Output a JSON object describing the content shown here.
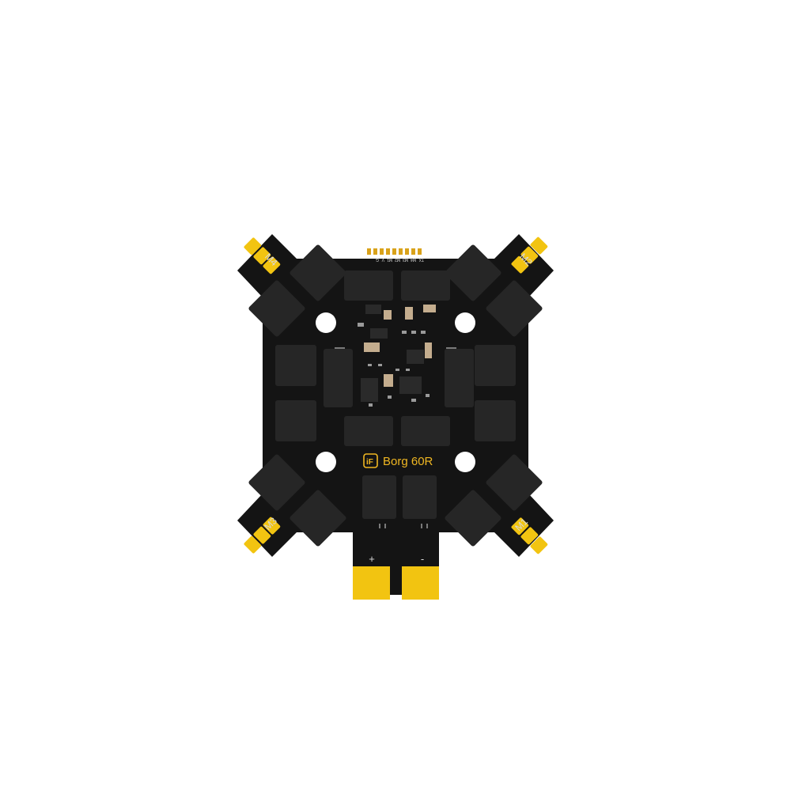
{
  "product": {
    "name": "Borg 60R",
    "logo_mark": "iF"
  },
  "motor_labels": {
    "m1": "M1",
    "m2": "M2",
    "m3": "M3",
    "m4": "M4"
  },
  "header_pins": {
    "labels": [
      "TX",
      "M4",
      "M3",
      "M2",
      "M1",
      "V",
      "G"
    ]
  },
  "power": {
    "positive": "+",
    "negative": "-"
  },
  "colors": {
    "background": "#ffffff",
    "board": "#141414",
    "component": "#262626",
    "pad": "#f2c411",
    "silkscreen": "#d8d8d8",
    "brand_accent": "#f0b722"
  }
}
